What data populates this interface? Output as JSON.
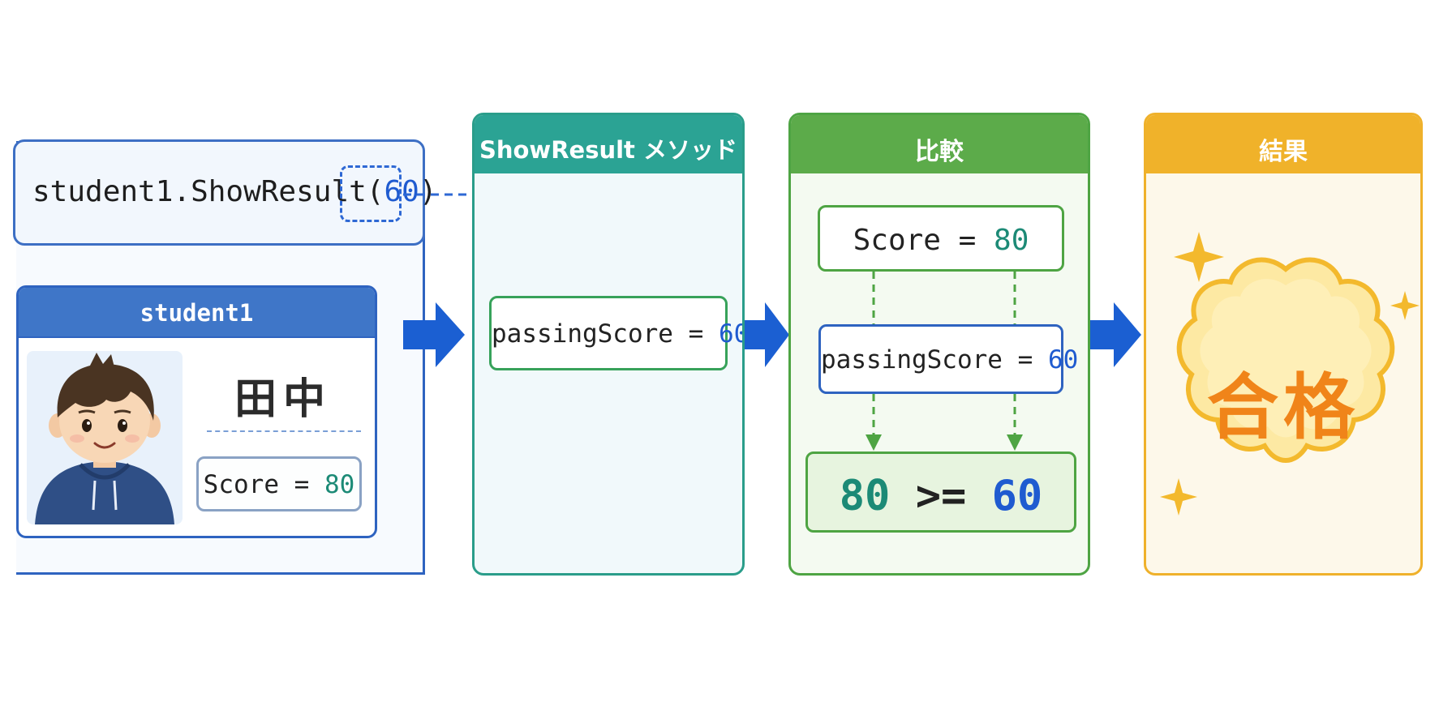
{
  "caller": {
    "call_prefix": "student1.ShowResult(",
    "call_arg": "60",
    "call_suffix": ")"
  },
  "student": {
    "header": "student1",
    "name": "田中",
    "score_label": "Score =",
    "score_value": "80"
  },
  "method": {
    "title": "ShowResult メソッド",
    "param_label": "passingScore =",
    "param_value": "60"
  },
  "compare": {
    "title": "比較",
    "score_label": "Score =",
    "score_value": "80",
    "passing_label": "passingScore =",
    "passing_value": "60",
    "left_operand": "80",
    "operator": ">=",
    "right_operand": "60"
  },
  "result": {
    "title": "結果",
    "badge": "合格"
  },
  "colors": {
    "caller_blue": "#2e63c0",
    "method_teal": "#2ba394",
    "compare_green": "#5cab4a",
    "result_gold": "#f0b22a",
    "badge_orange": "#f08419",
    "value_green": "#1c8a76",
    "value_blue": "#1f5bd0",
    "arrow_blue": "#1b5fd2"
  },
  "icons": {
    "avatar": "boy-avatar-icon",
    "sparkle": "sparkle-icon",
    "flow_arrow": "right-arrow-icon"
  }
}
